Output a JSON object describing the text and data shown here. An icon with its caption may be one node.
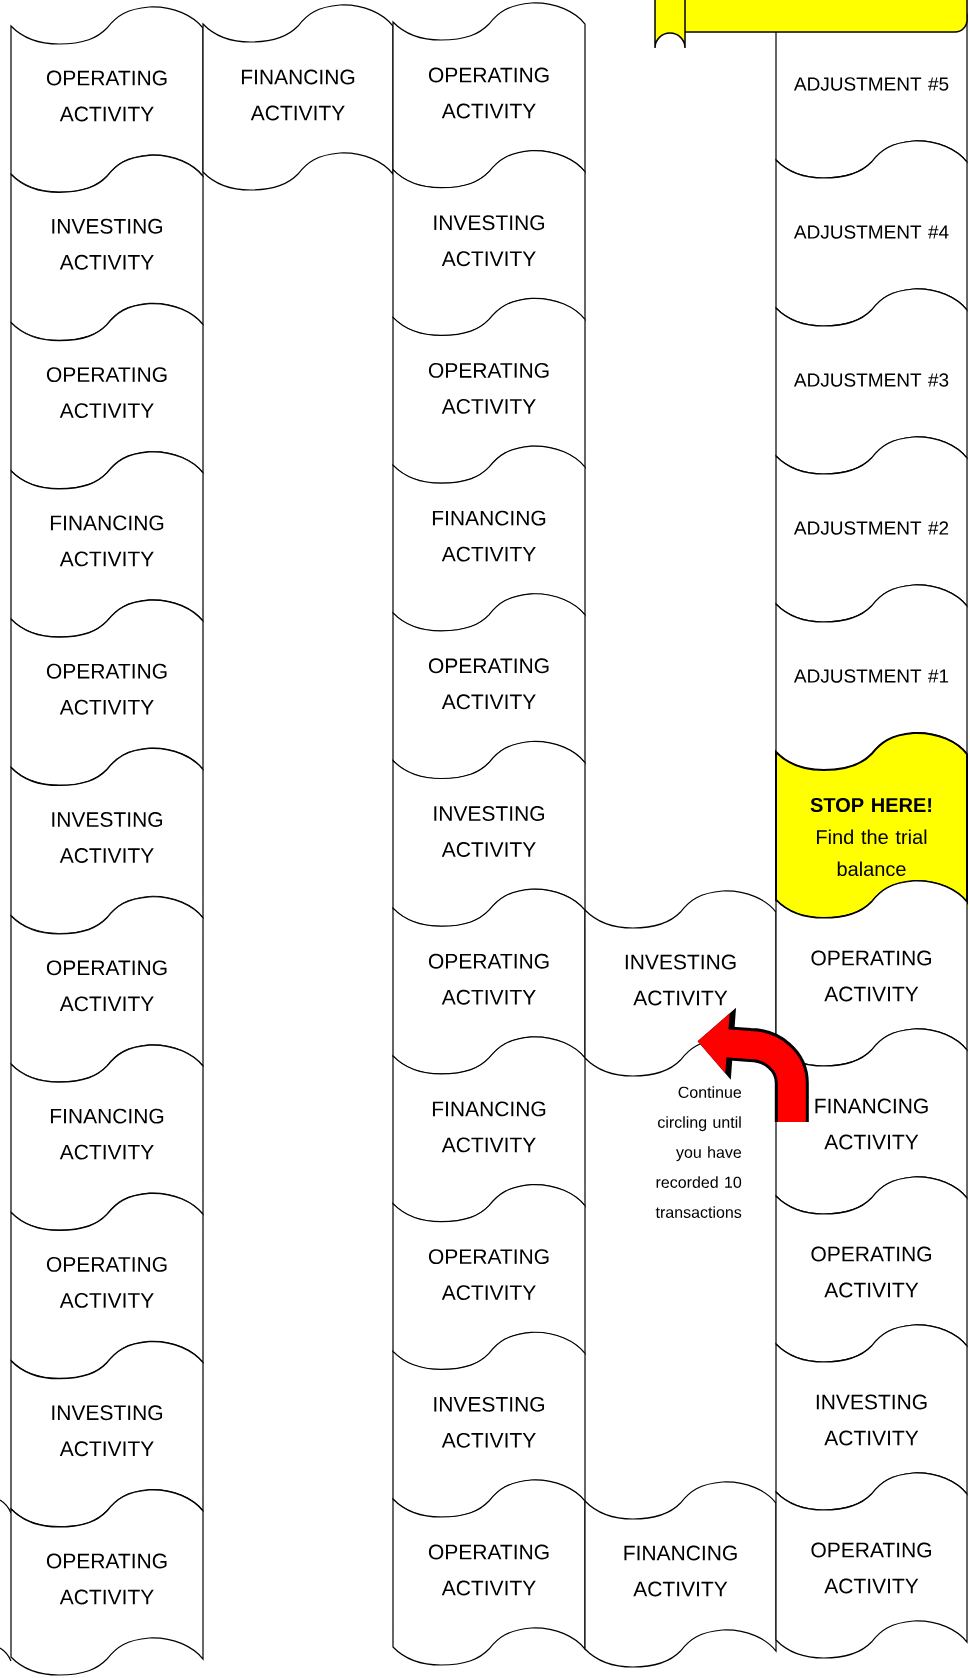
{
  "diagram": {
    "nodes": [
      {
        "text": [
          "OPERATING ACTIVITY"
        ]
      },
      {
        "text": [
          "INVESTING ACTIVITY"
        ]
      },
      {
        "text": [
          "OPERATING ACTIVITY"
        ]
      },
      {
        "text": [
          "FINANCING ACTIVITY"
        ]
      },
      {
        "text": [
          "OPERATING ACTIVITY"
        ]
      },
      {
        "text": [
          "INVESTING ACTIVITY"
        ]
      },
      {
        "text": [
          "OPERATING ACTIVITY"
        ]
      },
      {
        "text": [
          "FINANCING ACTIVITY"
        ]
      },
      {
        "text": [
          "OPERATING ACTIVITY"
        ]
      },
      {
        "text": [
          "INVESTING ACTIVITY"
        ]
      },
      {
        "text": [
          "OPERATING ACTIVITY"
        ]
      },
      {
        "text": [
          "FINANCING ACTIVITY"
        ]
      },
      {
        "text": [
          "OPERATING ACTIVITY"
        ]
      },
      {
        "text": [
          "INVESTING ACTIVITY"
        ]
      },
      {
        "text": [
          "OPERATING ACTIVITY"
        ]
      },
      {
        "text": [
          "FINANCING ACTIVITY"
        ]
      },
      {
        "text": [
          "OPERATING ACTIVITY"
        ]
      },
      {
        "text": [
          "INVESTING ACTIVITY"
        ]
      },
      {
        "text": [
          "OPERATING ACTIVITY"
        ]
      },
      {
        "text": [
          "FINANCING ACTIVITY"
        ]
      },
      {
        "text": [
          "OPERATING ACTIVITY"
        ]
      },
      {
        "text": [
          "INVESTING ACTIVITY"
        ]
      },
      {
        "text": [
          "OPERATING ACTIVITY"
        ]
      },
      {
        "text": [
          "INVESTING ACTIVITY"
        ]
      },
      {
        "text": [
          "FINANCING ACTIVITY"
        ]
      },
      {
        "text": [
          "ADJUSTMENT #5"
        ]
      },
      {
        "text": [
          "ADJUSTMENT #4"
        ]
      },
      {
        "text": [
          "ADJUSTMENT #3"
        ]
      },
      {
        "text": [
          "ADJUSTMENT #2"
        ]
      },
      {
        "text": [
          "ADJUSTMENT #1"
        ]
      },
      {
        "text": [
          "STOP HERE!",
          "Find the trial balance"
        ]
      },
      {
        "text": [
          "OPERATING ACTIVITY"
        ]
      },
      {
        "text": [
          "FINANCING ACTIVITY"
        ]
      },
      {
        "text": [
          "OPERATING ACTIVITY"
        ]
      },
      {
        "text": [
          "INVESTING ACTIVITY"
        ]
      },
      {
        "text": [
          "OPERATING ACTIVITY"
        ]
      }
    ],
    "edges": [
      {
        "from": 32,
        "to": 23,
        "arrow": "to",
        "color": "#ff0000"
      }
    ],
    "labels": [
      "Continue circling until you have recorded 10 transactions"
    ]
  }
}
